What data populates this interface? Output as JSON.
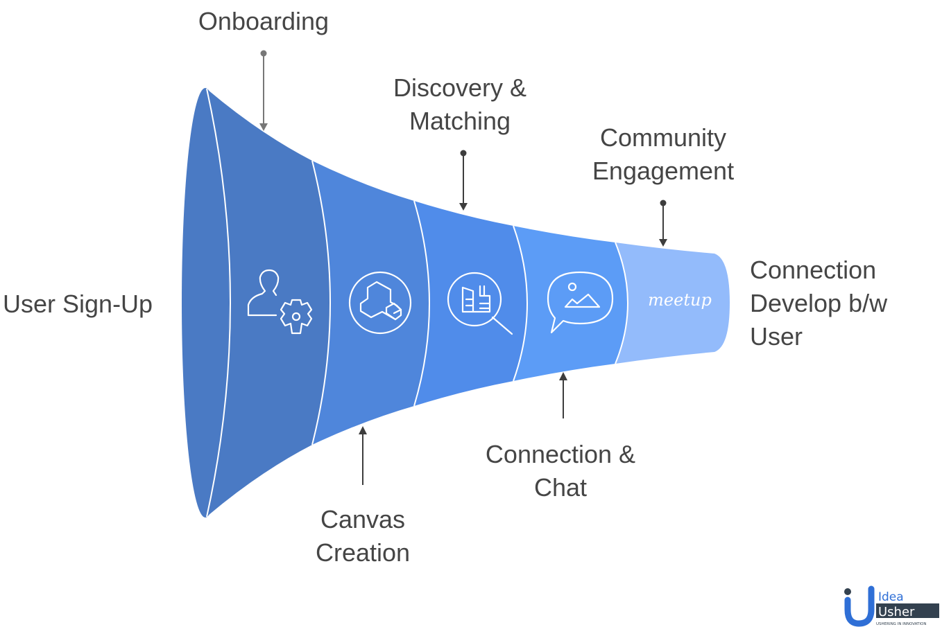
{
  "stages": [
    {
      "label_lines": [
        "User Sign-Up"
      ],
      "icon": "user-gear-icon",
      "color": "#4a7ac4"
    },
    {
      "label_lines": [
        "Onboarding"
      ],
      "icon": "blocks-circle-icon",
      "color": "#4f86db"
    },
    {
      "label_lines": [
        "Canvas",
        "Creation"
      ],
      "icon": "search-building-icon",
      "color": "#508cea"
    },
    {
      "label_lines": [
        "Discovery &",
        "Matching"
      ],
      "icon": "chat-image-icon",
      "color": "#5c9cf6"
    },
    {
      "label_lines": [
        "Connection &",
        "Chat"
      ],
      "icon": "meetup-logo",
      "icon_text": "meetup",
      "color": "#93bbfb"
    },
    {
      "label_lines": [
        "Community",
        "Engagement"
      ]
    },
    {
      "label_lines": [
        "Connection",
        "Develop b/w",
        "User"
      ]
    }
  ],
  "logo": {
    "line1": "Idea",
    "line2": "Usher",
    "tagline": "USHERING IN INNOVATION",
    "colors": [
      "#2f6fd6",
      "#33414f"
    ]
  },
  "text_color": "#454545"
}
